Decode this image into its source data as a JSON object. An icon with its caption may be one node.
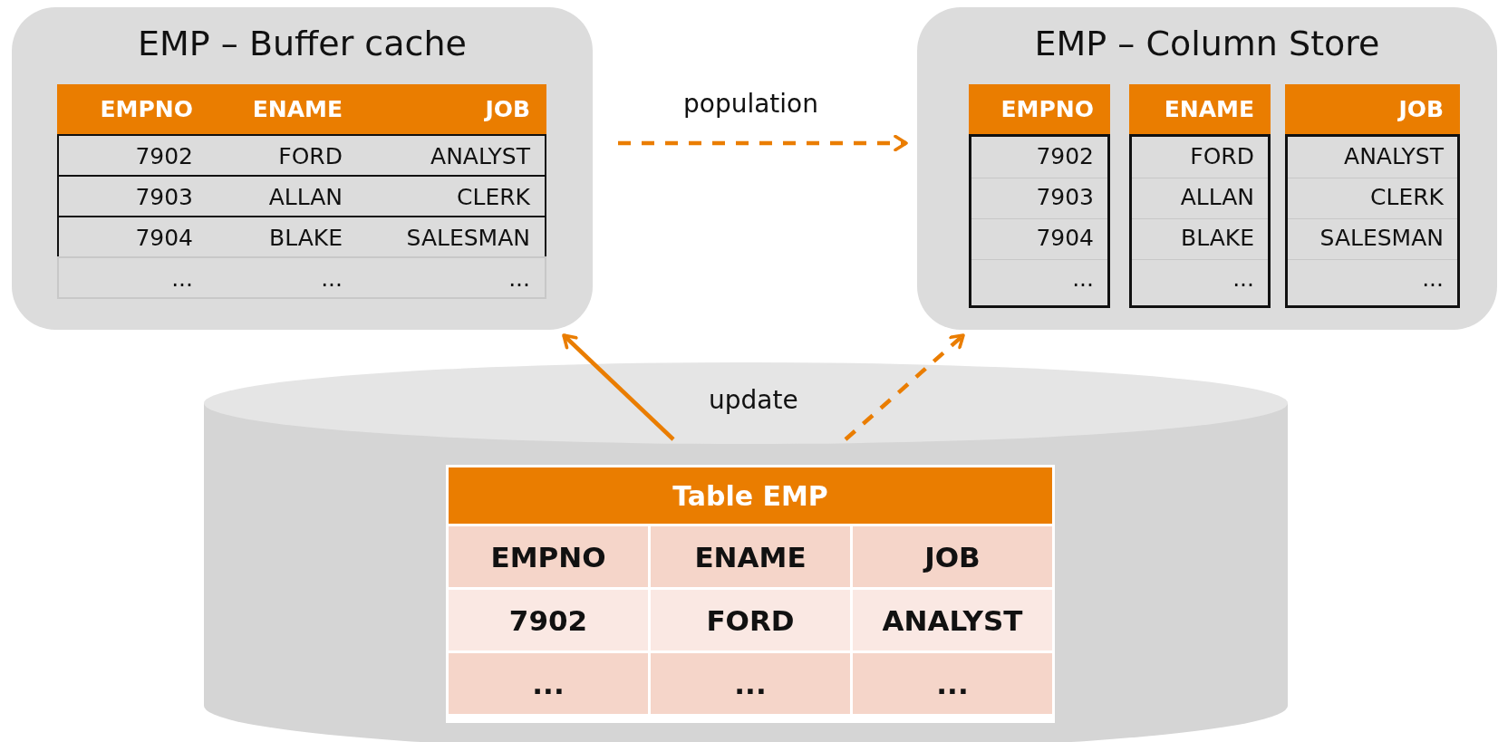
{
  "diagram": {
    "nodes": [
      {
        "text": [
          "EMP – Buffer cache"
        ]
      },
      {
        "text": [
          "EMP – Column Store"
        ]
      },
      {
        "text": [],
        "shape": "cylinder"
      },
      {
        "text": [
          "Table EMP"
        ],
        "in": 2
      }
    ],
    "edges": [
      {
        "from": 0,
        "to": 1,
        "arrow": "to",
        "label": "population",
        "style": "dashed"
      },
      {
        "from": 2,
        "to": 0,
        "arrow": "to"
      },
      {
        "from": 2,
        "to": 1,
        "arrow": "to",
        "style": "dashed"
      }
    ],
    "labels": [
      "EMPNO",
      "ENAME",
      "JOB",
      "7902",
      "FORD",
      "ANALYST",
      "7903",
      "ALLAN",
      "CLERK",
      "7904",
      "BLAKE",
      "SALESMAN",
      "...",
      "...",
      "...",
      "EMPNO",
      "ENAME",
      "JOB",
      "7902",
      "FORD",
      "ANALYST",
      "7903",
      "ALLAN",
      "CLERK",
      "7904",
      "BLAKE",
      "SALESMAN",
      "...",
      "...",
      "...",
      "update",
      "EMPNO",
      "ENAME",
      "JOB",
      "7902",
      "FORD",
      "ANALYST",
      "...",
      "...",
      "..."
    ]
  }
}
